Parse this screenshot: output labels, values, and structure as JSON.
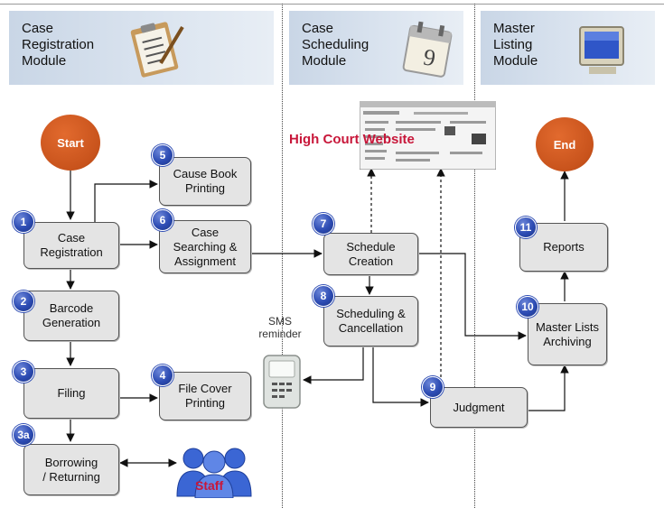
{
  "modules": {
    "registration": "Case\nRegistration\nModule",
    "scheduling": "Case\nScheduling\nModule",
    "master": "Master\nListing\nModule"
  },
  "icons": {
    "clipboard": "clipboard-icon",
    "calendar": "calendar-icon",
    "monitor": "monitor-icon",
    "website": "website-screenshot-icon",
    "sms": "sms-device-icon",
    "staff": "staff-group-icon"
  },
  "terminals": {
    "start": "Start",
    "end": "End"
  },
  "steps": {
    "s1": {
      "num": "1",
      "label": "Case\nRegistration"
    },
    "s2": {
      "num": "2",
      "label": "Barcode\nGeneration"
    },
    "s3": {
      "num": "3",
      "label": "Filing"
    },
    "s3a": {
      "num": "3a",
      "label": "Borrowing\n/ Returning"
    },
    "s4": {
      "num": "4",
      "label": "File Cover\nPrinting"
    },
    "s5": {
      "num": "5",
      "label": "Cause Book\nPrinting"
    },
    "s6": {
      "num": "6",
      "label": "Case\nSearching &\nAssignment"
    },
    "s7": {
      "num": "7",
      "label": "Schedule\nCreation"
    },
    "s8": {
      "num": "8",
      "label": "Scheduling &\nCancellation"
    },
    "s9": {
      "num": "9",
      "label": "Judgment"
    },
    "s10": {
      "num": "10",
      "label": "Master Lists\nArchiving"
    },
    "s11": {
      "num": "11",
      "label": "Reports"
    }
  },
  "labels": {
    "high_court_website": "High Court Website",
    "sms": "SMS\nreminder",
    "staff": "Staff"
  },
  "colors": {
    "step_number": "#2c4bb3",
    "terminal": "#c8531c",
    "highlight_text": "#c8173a",
    "box_fill": "#e4e4e4",
    "header_fill": "#c9d6e6"
  }
}
